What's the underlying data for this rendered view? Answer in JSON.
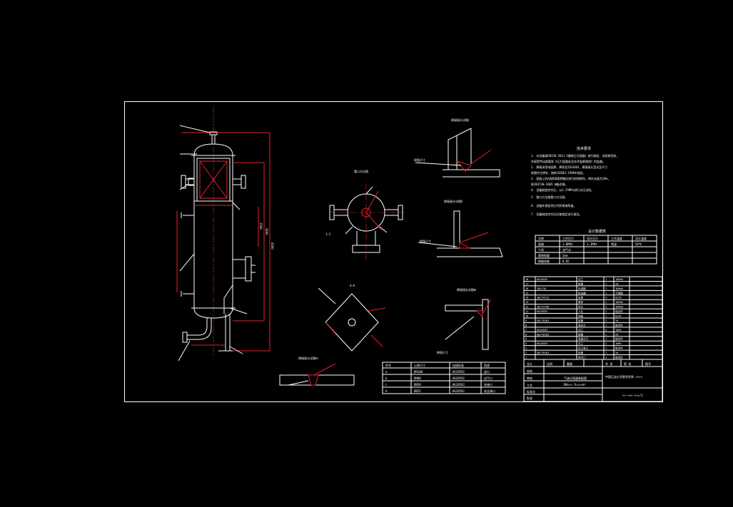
{
  "drawing": {
    "title_block": {
      "company": "中国石油大学胜利学院 ××××",
      "drawing_name": "气液分离器装配图",
      "spec": "DN×××  V=×××m³",
      "drawing_no": "××-×××-×××/1",
      "row_labels": [
        "设计",
        "校核",
        "审核",
        "工艺",
        "标准化",
        "批准"
      ],
      "col_labels": [
        "比例",
        "重量",
        "共 张",
        "第 张",
        "图号"
      ]
    },
    "notes_title": "技术要求",
    "notes": [
      "1. 本设备按GB150-2011《钢制压力容器》进行制造、试验和验收，",
      "   并接受劳动部颁发《压力容器安全技术监察规程》的监督。",
      "2. 焊接采用电弧焊，焊条型号E4303，焊接接头型式及尺寸",
      "   除图中注明外，按HG20583-1998中规定。",
      "3. 容器上的A类和B类焊缝应进行射线探伤，探伤长度为20%，",
      "   按JB4730-2005 Ⅲ级合格。",
      "4. 设备制造完毕后，以1.25MPa进行水压试验。",
      "5. 管口方位按管口方位图。",
      "6. 设备外表面涂红丹防锈漆两道。",
      "7. 设备制造完毕后应按规定进行清洗。"
    ],
    "design_table_title": "设计数据表",
    "design_table_headers": [
      "名称",
      "工作压力",
      "设计压力",
      "工作温度",
      "设计温度"
    ],
    "design_table_rows": [
      [
        "容器",
        "1.0MPa",
        "1.1MPa",
        "常温",
        "50℃"
      ],
      [
        "介质",
        "油气水",
        "",
        "",
        ""
      ],
      [
        "腐蚀裕量",
        "2mm",
        "",
        "",
        ""
      ],
      [
        "焊缝系数",
        "0.85",
        "",
        "",
        ""
      ]
    ],
    "nozzle_table_headers": [
      "符号",
      "公称尺寸",
      "连接标准",
      "用途"
    ],
    "nozzle_table_rows": [
      [
        "a",
        "DN100",
        "HG20592",
        "进口"
      ],
      [
        "b",
        "DN80",
        "HG20592",
        "出气口"
      ],
      [
        "c",
        "DN50",
        "HG20592",
        "排液口"
      ],
      [
        "d",
        "DN25",
        "HG20592",
        "安全阀口"
      ]
    ],
    "bom_headers": [
      "序号",
      "图号或标准号",
      "名称",
      "数量",
      "材料",
      "备注"
    ],
    "bom_rows": [
      [
        "18",
        "HG20592",
        "法兰",
        "1",
        "16MnR",
        ""
      ],
      [
        "17",
        "",
        "接管",
        "1",
        "20",
        ""
      ],
      [
        "16",
        "JB4736",
        "补强圈",
        "1",
        "16MnR",
        ""
      ],
      [
        "15",
        "",
        "除沫器",
        "1",
        "不锈钢",
        ""
      ],
      [
        "14",
        "JB/T4712",
        "支座",
        "4",
        "Q235",
        ""
      ],
      [
        "13",
        "",
        "筒体",
        "1",
        "16MnR",
        ""
      ],
      [
        "12",
        "JB/T4746",
        "封头",
        "2",
        "16MnR",
        ""
      ],
      [
        "11",
        "HG20592",
        "人孔",
        "1",
        "组合件",
        ""
      ],
      [
        "10",
        "",
        "挡板",
        "1",
        "Q235",
        ""
      ],
      [
        "9",
        "GB/T8163",
        "接管",
        "2",
        "20",
        ""
      ],
      [
        "8",
        "",
        "液位计",
        "1",
        "组合件",
        ""
      ],
      [
        "7",
        "HG20592",
        "法兰",
        "4",
        "16Mn",
        ""
      ],
      [
        "6",
        "GB/T8163",
        "接管",
        "1",
        "20",
        ""
      ],
      [
        "5",
        "",
        "温度计口",
        "1",
        "组合件",
        ""
      ],
      [
        "4",
        "HG20592",
        "法兰",
        "2",
        "16Mn",
        ""
      ],
      [
        "3",
        "",
        "压力表口",
        "1",
        "组合件",
        ""
      ],
      [
        "2",
        "GB/T8163",
        "接管",
        "1",
        "20",
        ""
      ],
      [
        "1",
        "",
        "排污口",
        "1",
        "组合件",
        ""
      ]
    ],
    "labels": {
      "orientation_view": "管口方位图",
      "section_aa": "A—A",
      "weld_detail_1": "焊接接头详图Ⅰ",
      "weld_detail_2": "焊接接头详图Ⅱ",
      "weld_detail_3": "焊接接头详图Ⅲ",
      "weld_detail_4": "焊接接头详图Ⅳ",
      "scale_note": "1:2",
      "weld_size": "焊角尺寸",
      "dim_total": "4500",
      "dim_shell": "3600",
      "dim_part": "1500"
    }
  }
}
